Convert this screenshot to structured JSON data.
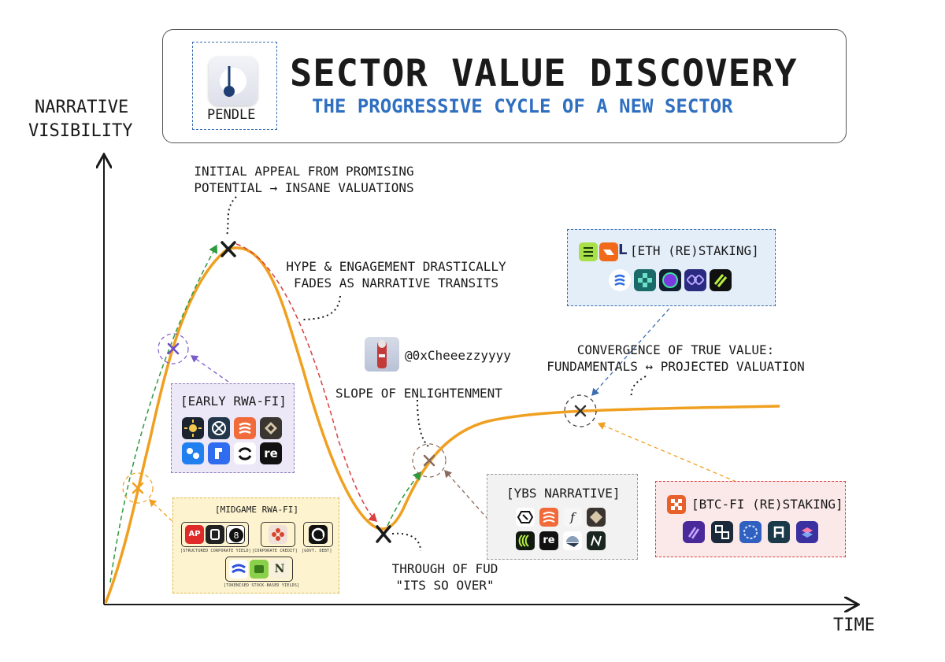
{
  "title": "SECTOR VALUE DISCOVERY",
  "subtitle": "THE PROGRESSIVE CYCLE OF A NEW SECTOR",
  "logo": {
    "text": "PENDLE",
    "icon": "pendle-logo-icon"
  },
  "axes": {
    "ylabel_line1": "NARRATIVE",
    "ylabel_line2": "VISIBILITY",
    "xlabel": "TIME"
  },
  "annotations": {
    "peak_line1": "INITIAL APPEAL FROM PROMISING",
    "peak_line2": "POTENTIAL →  INSANE VALUATIONS",
    "decline_line1": "HYPE & ENGAGEMENT DRASTICALLY",
    "decline_line2": "FADES AS NARRATIVE TRANSITS",
    "author": "@0xCheeezzyyyy",
    "slope": "SLOPE OF ENLIGHTENMENT",
    "convergence_line1": "CONVERGENCE OF TRUE VALUE:",
    "convergence_line2": "FUNDAMENTALS ↔ PROJECTED VALUATION",
    "trough_line1": "THROUGH OF FUD",
    "trough_line2": "\"ITS SO OVER\""
  },
  "boxes": {
    "early_rwa": {
      "title": "[EARLY RWA-FI]"
    },
    "midgame_rwa": {
      "title": "[MIDGAME RWA-FI]",
      "groups": [
        "[STRUCTURED CORPORATE YIELD]",
        "[CORPORATE CREDIT]",
        "[GOVT. DEBT]",
        "[TOKENISED STOCK-BASED YIELDS]"
      ]
    },
    "eth_restaking": {
      "title": "[ETH (RE)STAKING]"
    },
    "ybs": {
      "title": "[YBS NARRATIVE]"
    },
    "btcfi": {
      "title": "[BTC-FI (RE)STAKING]"
    }
  },
  "colors": {
    "curve": "#f0a020",
    "title_blue": "#2f6fc0",
    "arrow_green": "#2e9a3e",
    "arrow_red": "#d94040",
    "early_box_bg": "#ede8f7",
    "midgame_box_bg": "#fdf4cf",
    "eth_box_bg": "#e4eef8",
    "ybs_box_bg": "#f2f2f2",
    "btc_box_bg": "#fbe8e8"
  }
}
